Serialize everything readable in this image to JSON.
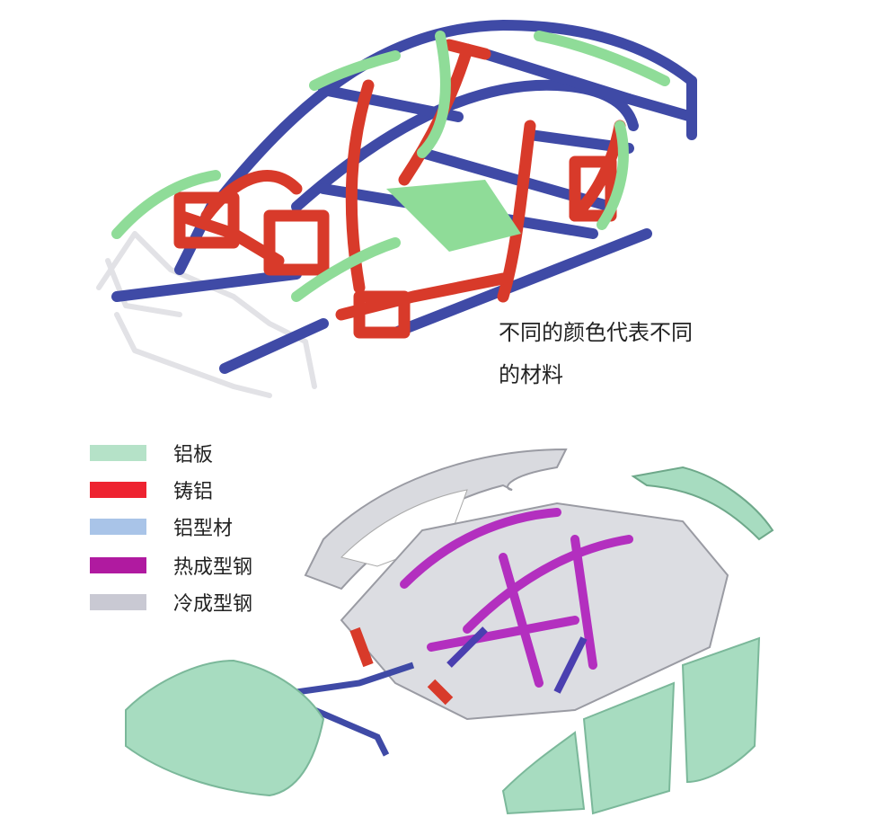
{
  "caption": {
    "line1": "不同的颜色代表不同",
    "line2": "的材料"
  },
  "legend": [
    {
      "label": "铝板",
      "color": "#b5e2c8"
    },
    {
      "label": "铸铝",
      "color": "#ee2330"
    },
    {
      "label": "铝型材",
      "color": "#a9c4e8"
    },
    {
      "label": "热成型钢",
      "color": "#b01aa0"
    },
    {
      "label": "冷成型钢",
      "color": "#c9c9d3"
    }
  ],
  "colors": {
    "frame_red": "#d83a2a",
    "frame_blue": "#3f4aa6",
    "frame_green": "#8fdc98",
    "panel_green": "#a7dcc0",
    "steel_purple": "#b32fbf",
    "steel_gray": "#c8c9cf"
  }
}
